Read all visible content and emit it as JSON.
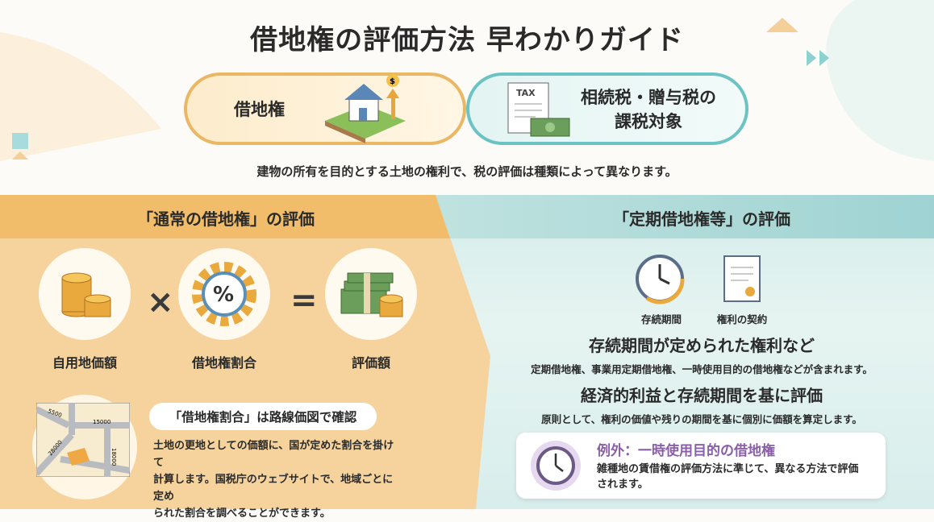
{
  "title": "借地権の評価方法 早わかりガイド",
  "intro": {
    "left_label": "借地権",
    "right_label_1": "相続税・贈与税の",
    "right_label_2": "課税対象",
    "tax_label": "TAX",
    "subtitle": "建物の所有を目的とする土地の権利で、税の評価は種類によって異なります。"
  },
  "left": {
    "heading": "「通常の借地権」の評価",
    "formula": [
      {
        "label": "自用地価額"
      },
      {
        "op": "×"
      },
      {
        "label": "借地権割合"
      },
      {
        "op": "="
      },
      {
        "label": "評価額"
      }
    ],
    "map_labels": [
      "5500",
      "15000",
      "28000",
      "18000"
    ],
    "bubble": "「借地権割合」は路線価図で確認",
    "lines": [
      "土地の更地としての価額に、国が定めた割合を掛けて",
      "計算します。国税庁のウェブサイトで、地域ごとに定め",
      "られた割合を調べることができます。"
    ]
  },
  "right": {
    "heading": "「定期借地権等」の評価",
    "icons": [
      "存続期間",
      "権利の契約"
    ],
    "h1": "存続期間が定められた権利など",
    "t1": "定期借地権、事業用定期借地権、一時使用目的の借地権などが含まれます。",
    "h2": "経済的利益と存続期間を基に評価",
    "t2": "原則として、権利の価値や残りの期間を基に個別に価額を算定します。",
    "exception": {
      "title": "例外：一時使用目的の借地権",
      "line1": "雑種地の賃借権の評価方法に準じて、異なる方法で評価",
      "line2": "されます。"
    }
  },
  "colors": {
    "orange": "#f2bd6a",
    "teal": "#6cc3c3",
    "purple": "#8a5fa8"
  }
}
